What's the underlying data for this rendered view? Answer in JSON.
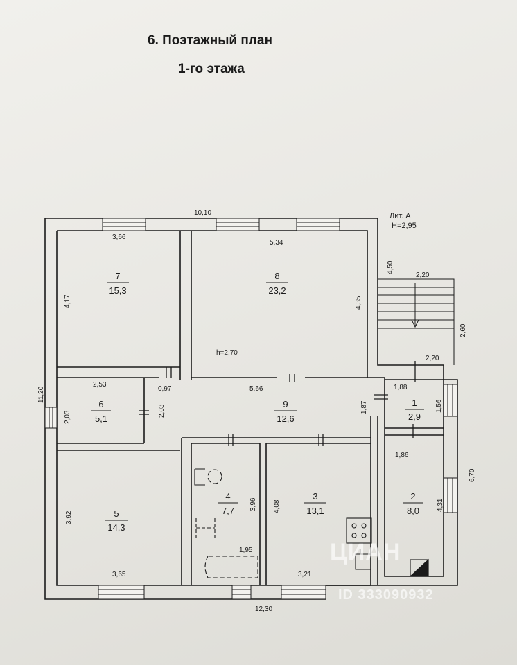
{
  "header": {
    "title_line1": "6. Поэтажный план",
    "title_line2": "1-го этажа"
  },
  "building": {
    "lit": "Лит. А",
    "height": "H=2,95",
    "inner_height": "h=2,70"
  },
  "rooms": [
    {
      "number": "7",
      "area": "15,3"
    },
    {
      "number": "8",
      "area": "23,2"
    },
    {
      "number": "6",
      "area": "5,1"
    },
    {
      "number": "9",
      "area": "12,6"
    },
    {
      "number": "1",
      "area": "2,9"
    },
    {
      "number": "5",
      "area": "14,3"
    },
    {
      "number": "4",
      "area": "7,7"
    },
    {
      "number": "3",
      "area": "13,1"
    },
    {
      "number": "2",
      "area": "8,0"
    }
  ],
  "dimensions": {
    "overall_top": "10,10",
    "overall_bottom": "12,30",
    "overall_left": "11,20",
    "overall_right": "6,70",
    "r7_w": "3,66",
    "r7_h": "4,17",
    "r8_w": "5,34",
    "r8_h": "4,35",
    "r6_w": "2,53",
    "r6_h": "2,03",
    "r9_w": "5,66",
    "r9_h": "2,03",
    "door_w": "0,97",
    "r1_w": "1,88",
    "r1_h": "1,56",
    "r1_left": "1,87",
    "r2_w": "1,86",
    "r2_h": "4,31",
    "r5_w": "3,65",
    "r5_h": "3,92",
    "r4_w": "1,95",
    "r4_h": "3,96",
    "r3_w": "3,21",
    "r3_h": "4,08",
    "porch_w": "2,20",
    "porch_w2": "2,20",
    "porch_h": "2,60",
    "porch_side": "4,50"
  },
  "watermark": {
    "brand": "ЦИАН",
    "id": "ID 333090932"
  }
}
